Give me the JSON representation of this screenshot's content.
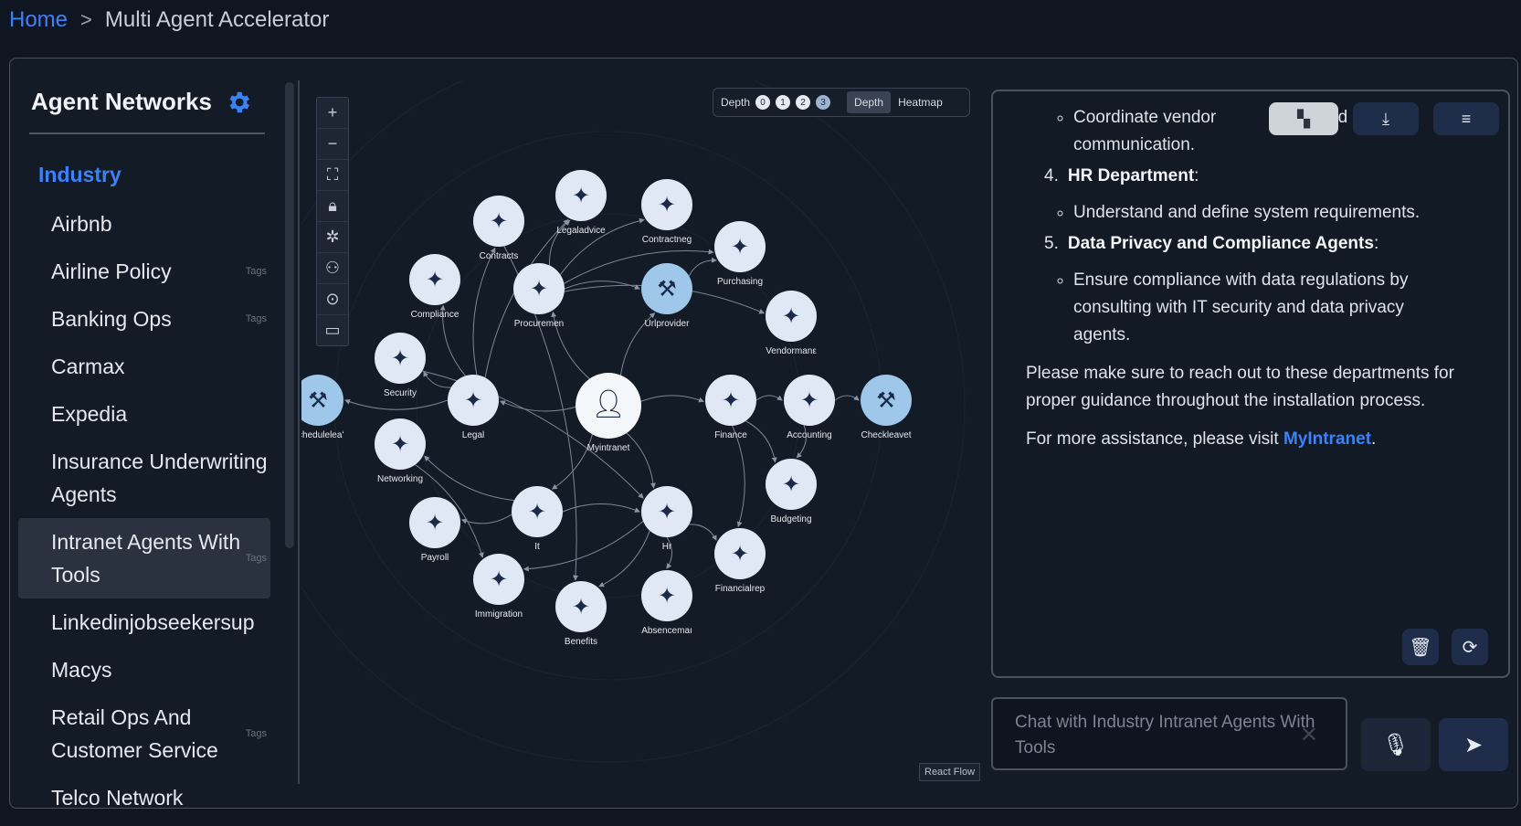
{
  "breadcrumb": {
    "home": "Home",
    "separator": ">",
    "current": "Multi Agent Accelerator"
  },
  "sidebar": {
    "title": "Agent Networks",
    "category": "Industry",
    "items": [
      {
        "label": "Airbnb",
        "tag": ""
      },
      {
        "label": "Airline Policy",
        "tag": "Tags"
      },
      {
        "label": "Banking Ops",
        "tag": "Tags"
      },
      {
        "label": "Carmax",
        "tag": ""
      },
      {
        "label": "Expedia",
        "tag": ""
      },
      {
        "label": "Insurance Underwriting Agents",
        "tag": ""
      },
      {
        "label": "Intranet Agents With Tools",
        "tag": "Tags",
        "active": true
      },
      {
        "label": "Linkedinjobseekersup",
        "tag": ""
      },
      {
        "label": "Macys",
        "tag": ""
      },
      {
        "label": "Retail Ops And Customer Service",
        "tag": "Tags"
      },
      {
        "label": "Telco Network",
        "tag": ""
      }
    ]
  },
  "toolbar": {
    "depth_label": "Depth",
    "depth_levels": [
      "0",
      "1",
      "2",
      "3"
    ],
    "mode_depth": "Depth",
    "mode_heatmap": "Heatmap"
  },
  "canvas": {
    "attribution": "React Flow"
  },
  "graph": {
    "nodes": [
      {
        "id": "myintranet",
        "label": "Myintranet",
        "kind": "user"
      },
      {
        "id": "legaladvice",
        "label": "Legaladvice",
        "kind": "agent"
      },
      {
        "id": "contractneg",
        "label": "Contractneg",
        "kind": "agent"
      },
      {
        "id": "contracts",
        "label": "Contracts",
        "kind": "agent"
      },
      {
        "id": "purchasing",
        "label": "Purchasing",
        "kind": "agent"
      },
      {
        "id": "compliance",
        "label": "Compliance",
        "kind": "agent"
      },
      {
        "id": "procurement",
        "label": "Procuremen",
        "kind": "agent"
      },
      {
        "id": "urlprovider",
        "label": "Urlprovider",
        "kind": "tool"
      },
      {
        "id": "vendormana",
        "label": "Vendormanε",
        "kind": "agent"
      },
      {
        "id": "security",
        "label": "Security",
        "kind": "agent"
      },
      {
        "id": "legal",
        "label": "Legal",
        "kind": "agent"
      },
      {
        "id": "finance",
        "label": "Finance",
        "kind": "agent"
      },
      {
        "id": "accounting",
        "label": "Accounting",
        "kind": "agent"
      },
      {
        "id": "checkleave",
        "label": "Checkleavet",
        "kind": "tool"
      },
      {
        "id": "scheduleleave",
        "label": "Scheduleleaʻ",
        "kind": "tool"
      },
      {
        "id": "networking",
        "label": "Networking",
        "kind": "agent"
      },
      {
        "id": "budgeting",
        "label": "Budgeting",
        "kind": "agent"
      },
      {
        "id": "payroll",
        "label": "Payroll",
        "kind": "agent"
      },
      {
        "id": "it",
        "label": "It",
        "kind": "agent"
      },
      {
        "id": "hr",
        "label": "Hr",
        "kind": "agent"
      },
      {
        "id": "financialrep",
        "label": "Financialrep",
        "kind": "agent"
      },
      {
        "id": "immigration",
        "label": "Immigration",
        "kind": "agent"
      },
      {
        "id": "benefits",
        "label": "Benefits",
        "kind": "agent"
      },
      {
        "id": "absencema",
        "label": "Absencemaı",
        "kind": "agent"
      }
    ],
    "edges": [
      [
        "myintranet",
        "legal"
      ],
      [
        "myintranet",
        "finance"
      ],
      [
        "myintranet",
        "it"
      ],
      [
        "myintranet",
        "hr"
      ],
      [
        "myintranet",
        "procurement"
      ],
      [
        "myintranet",
        "urlprovider"
      ],
      [
        "legal",
        "legaladvice"
      ],
      [
        "legal",
        "contracts"
      ],
      [
        "legal",
        "compliance"
      ],
      [
        "legal",
        "security"
      ],
      [
        "legal",
        "scheduleleave"
      ],
      [
        "procurement",
        "contractneg"
      ],
      [
        "procurement",
        "purchasing"
      ],
      [
        "procurement",
        "vendormana"
      ],
      [
        "procurement",
        "legaladvice"
      ],
      [
        "finance",
        "accounting"
      ],
      [
        "accounting",
        "checkleave"
      ],
      [
        "accounting",
        "budgeting"
      ],
      [
        "finance",
        "financialrep"
      ],
      [
        "finance",
        "budgeting"
      ],
      [
        "it",
        "networking"
      ],
      [
        "it",
        "payroll"
      ],
      [
        "it",
        "hr"
      ],
      [
        "hr",
        "benefits"
      ],
      [
        "hr",
        "absencema"
      ],
      [
        "hr",
        "immigration"
      ],
      [
        "hr",
        "financialrep"
      ],
      [
        "networking",
        "immigration"
      ],
      [
        "security",
        "hr"
      ],
      [
        "contracts",
        "benefits"
      ],
      [
        "urlprovider",
        "purchasing"
      ],
      [
        "procurement",
        "urlprovider"
      ]
    ]
  },
  "chat": {
    "bullet_top": "Coordinate vendor",
    "bullet_top_tail": "d",
    "bullet_top_cont": "communication.",
    "item4_num": "4.",
    "item4_title": "HR Department",
    "item4_bullet": "Understand and define system requirements.",
    "item5_num": "5.",
    "item5_title": "Data Privacy and Compliance Agents",
    "item5_bullet": "Ensure compliance with data regulations by consulting with IT security and data privacy agents.",
    "para1": "Please make sure to reach out to these departments for proper guidance throughout the installation process.",
    "para2_prefix": "For more assistance, please visit ",
    "para2_link": "MyIntranet",
    "para2_suffix": ".",
    "input_placeholder": "Chat with Industry Intranet Agents With Tools"
  },
  "colors": {
    "accent": "#3b82f6",
    "node_fill": "#dfe8f4",
    "node_tool": "#9ec7ea",
    "background": "#0f1622"
  }
}
